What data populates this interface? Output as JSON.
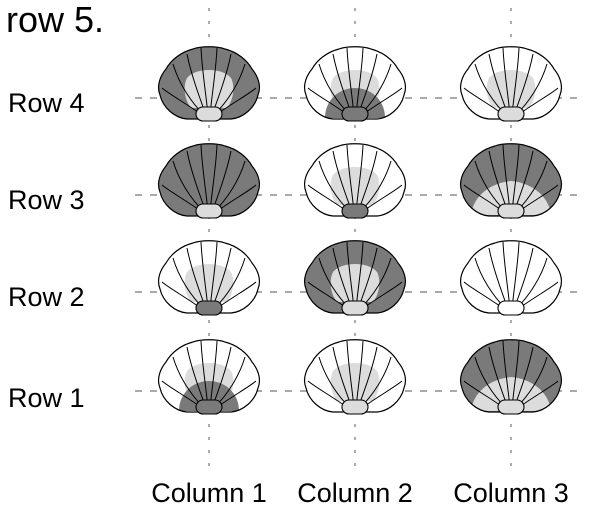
{
  "header_fragment": "row 5.",
  "rows": [
    {
      "label": "Row 4",
      "shells": [
        "dark-outer-light-inner",
        "light-with-dark-middle",
        "light-plain"
      ]
    },
    {
      "label": "Row 3",
      "shells": [
        "dark-full",
        "light-plain",
        "dark-top-light-bottom"
      ]
    },
    {
      "label": "Row 2",
      "shells": [
        "light-plain",
        "dark-outer-light-inner",
        "white-plain"
      ]
    },
    {
      "label": "Row 1",
      "shells": [
        "light-with-dark-middle",
        "light-plain",
        "dark-top-light-bottom"
      ]
    }
  ],
  "columns": [
    "Column 1",
    "Column 2",
    "Column 3"
  ],
  "colors": {
    "dark": "#7a7a7a",
    "light": "#dcdcdc",
    "white": "#ffffff",
    "outline": "#000000",
    "guide": "#555555"
  }
}
